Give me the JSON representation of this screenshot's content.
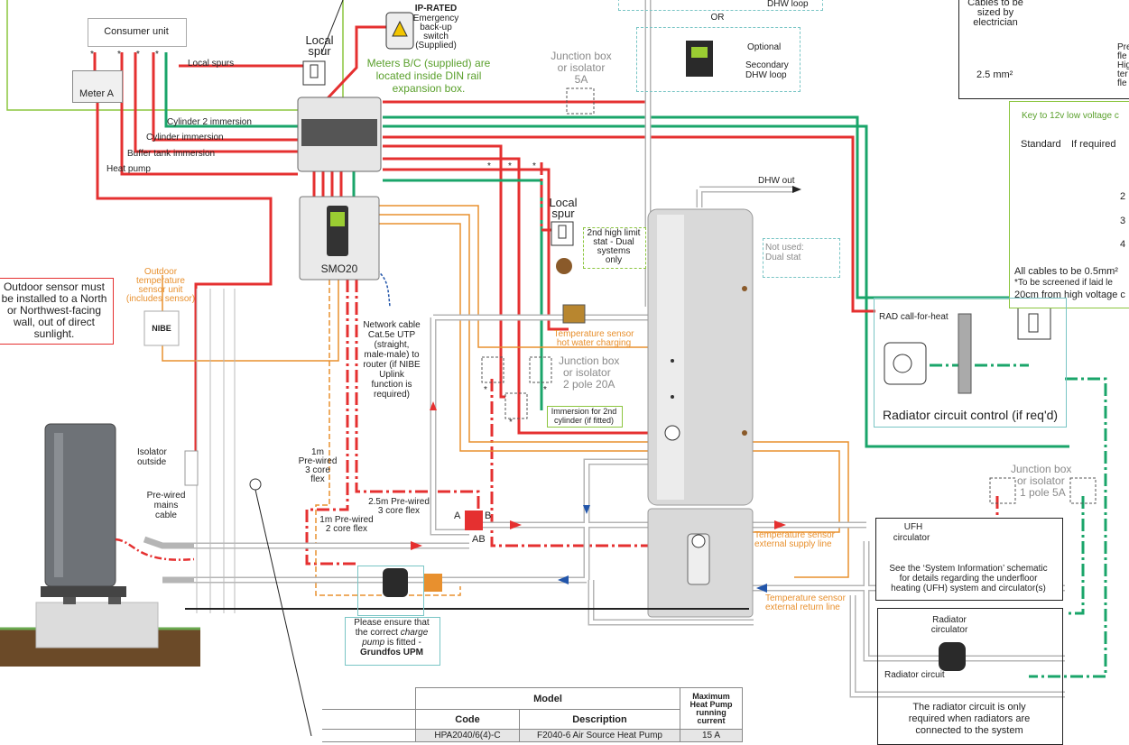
{
  "consumer_unit": {
    "label": "Consumer unit",
    "meter": "Meter A",
    "local_spurs": "Local spurs"
  },
  "wires": {
    "cyl2": "Cylinder 2 immersion",
    "cyl": "Cylinder immersion",
    "buffer": "Buffer tank immersion",
    "hp": "Heat pump"
  },
  "ip_rated": {
    "title": "IP-RATED",
    "text": [
      "Emergency",
      "back-up",
      "switch",
      "(Supplied)"
    ]
  },
  "local_spur": [
    "Local",
    "spur"
  ],
  "meters_note": [
    "Meters B/C (supplied) are",
    "located inside DIN rail",
    "expansion box."
  ],
  "jb_5a": [
    "Junction box",
    "or isolator",
    "5A"
  ],
  "dhw": {
    "loop_top": "DHW loop",
    "or": "OR",
    "optional": "Optional",
    "secondary": [
      "Secondary",
      "DHW loop"
    ],
    "out": "DHW out"
  },
  "key_top": {
    "cables": [
      "Cables to be",
      "sized by",
      "electrician"
    ],
    "size": "2.5 mm²",
    "pre": [
      "Pre",
      "fle"
    ],
    "hig": [
      "Hig",
      "ter",
      "fle"
    ]
  },
  "key_low": {
    "title": "Key to 12v low voltage c",
    "standard": "Standard",
    "if_required": "If required",
    "nums": [
      "2",
      "3",
      "4"
    ],
    "note": [
      "All cables to be 0.5mm²",
      "*To be screened if laid le",
      "20cm from high voltage c"
    ]
  },
  "smo20": "SMO20",
  "outdoor_sensor": {
    "note": [
      "Outdoor sensor must",
      "be installed to a North",
      "or Northwest-facing",
      "wall, out of direct",
      "sunlight."
    ],
    "unit": [
      "Outdoor",
      "temperature",
      "sensor unit",
      "(includes sensor)"
    ],
    "brand": "NIBE"
  },
  "network_cable": [
    "Network cable",
    "Cat.5e UTP",
    "(straight,",
    "male-male) to",
    "router (if NIBE",
    "Uplink",
    "function is",
    "required)"
  ],
  "local_spur2": [
    "Local",
    "spur"
  ],
  "high_limit": [
    "2nd high limit",
    "stat - Dual",
    "systems",
    "only"
  ],
  "not_used": [
    "Not used:",
    "Dual stat"
  ],
  "temp_hw": [
    "Temperature sensor",
    "hot water charging"
  ],
  "jb_20a": [
    "Junction box",
    "or isolator",
    "2 pole 20A"
  ],
  "immersion2": [
    "Immersion for 2nd",
    "cylinder (if fitted)"
  ],
  "radiator_control": {
    "call": "RAD call-for-heat",
    "title": "Radiator circuit control (if req'd)"
  },
  "jb_1pole": [
    "Junction box",
    "or isolator",
    "1 pole 5A"
  ],
  "isolator_outside": [
    "Isolator",
    "outside"
  ],
  "prewired_mains": [
    "Pre-wired",
    "mains",
    "cable"
  ],
  "cable_1m_3": [
    "1m",
    "Pre-wired",
    "3 core",
    "flex"
  ],
  "cable_25m": [
    "2.5m Pre-wired",
    "3 core flex"
  ],
  "cable_1m_2": [
    "1m Pre-wired",
    "2 core flex"
  ],
  "valve_ports": {
    "a": "A",
    "b": "B",
    "ab": "AB"
  },
  "temp_supply": [
    "Temperature sensor",
    "external supply line"
  ],
  "temp_return": [
    "Temperature sensor",
    "external return line"
  ],
  "ufh": {
    "circ": [
      "UFH",
      "circulator"
    ],
    "note": [
      "See the ‘System Information’ schematic",
      "for details regarding the underfloor",
      "heating (UFH) system and circulator(s)"
    ]
  },
  "radiator": {
    "circ": [
      "Radiator",
      "circulator"
    ],
    "circuit": "Radiator circuit",
    "note": [
      "The radiator circuit is only",
      "required when radiators are",
      "connected to the system"
    ]
  },
  "charge_pump": {
    "l1": "Please ensure that",
    "l2a": "the correct ",
    "l2b": "charge",
    "l3a": "pump",
    "l3b": " is fitted -",
    "l4": "Grundfos UPM"
  },
  "table": {
    "model": "Model",
    "max": [
      "Maximum",
      "Heat Pump",
      "running",
      "current"
    ],
    "code": "Code",
    "description": "Description",
    "row": [
      "HPA2040/6(4)-C",
      "F2040-6 Air Source Heat Pump",
      "15 A"
    ]
  },
  "stars": "*",
  "colors": {
    "live": "#e53030",
    "earth": "#1aa56a",
    "low_voltage": "#e8902e",
    "purple": "#8b2a8b",
    "text_green": "#5aa02c",
    "teal": "#79c5c5"
  }
}
